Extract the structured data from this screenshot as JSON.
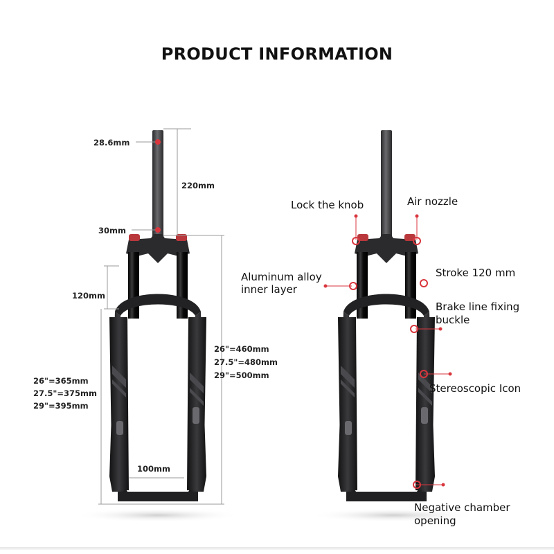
{
  "title": "PRODUCT INFORMATION",
  "dimensions": {
    "steerer_diameter": "28.6mm",
    "steerer_length": "220mm",
    "crown_diameter": "30mm",
    "stroke": "120mm",
    "axle_to_crown": [
      "26\"=460mm",
      "27.5\"=480mm",
      "29\"=500mm"
    ],
    "lower_leg_length": [
      "26\"=365mm",
      "27.5\"=375mm",
      "29\"=395mm"
    ],
    "hub_spacing": "100mm"
  },
  "features": {
    "lock_knob": "Lock the knob",
    "air_nozzle": "Air nozzle",
    "aluminum_line1": "Aluminum alloy",
    "aluminum_line2": "inner layer",
    "stroke": "Stroke 120 mm",
    "brake_line1": "Brake line fixing",
    "brake_line2": "buckle",
    "icon": "Stereoscopic Icon",
    "negative_line1": "Negative chamber",
    "negative_line2": "opening"
  },
  "colors": {
    "fork_body": "#1b1b1d",
    "stanchion": "#0d0d0e",
    "marker": "#d9363e",
    "dimension_line": "#9a9a9a"
  }
}
